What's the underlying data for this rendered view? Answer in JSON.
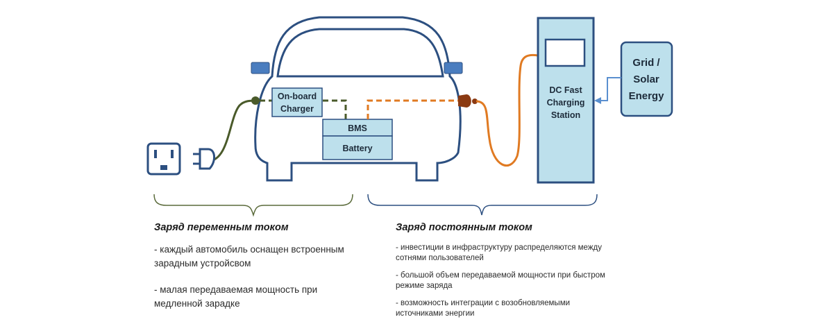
{
  "diagram": {
    "onboard_charger_line1": "On-board",
    "onboard_charger_line2": "Charger",
    "bms": "BMS",
    "battery": "Battery",
    "station_line1": "DC Fast",
    "station_line2": "Charging",
    "station_line3": "Station",
    "grid_line1": "Grid /",
    "grid_line2": "Solar",
    "grid_line3": "Energy"
  },
  "ac_section": {
    "heading": "Заряд переменным током",
    "items": [
      "- каждый автомобиль оснащен встроенным зарадным устройсвом",
      "- малая передаваемая мощность при медленной зарадке"
    ]
  },
  "dc_section": {
    "heading": "Заряд постоянным током",
    "items": [
      "- инвестиции в инфраструктуру распределяются между сотнями пользователей",
      "- большой объем передаваемой мощности при быстром режиме заряда",
      "- возможность интеграции с возобновляемыми источниками энергии"
    ]
  },
  "colors": {
    "outline": "#2c4f80",
    "fill": "#bde0ec",
    "ac_cable": "#4a5a2a",
    "dc_cable": "#e07a22",
    "plug_dc": "#8b3a12",
    "mirror": "#4a7dbf",
    "arrow": "#5a8fcf"
  }
}
